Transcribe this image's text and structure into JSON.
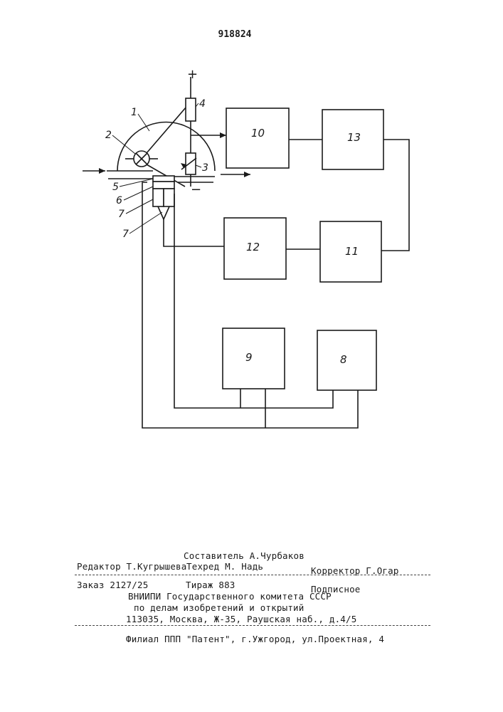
{
  "patent_number": "918824",
  "diagram": {
    "polarity": {
      "plus": "+",
      "minus": "−"
    },
    "component_labels": [
      "1",
      "2",
      "3",
      "4",
      "5",
      "6",
      "7",
      "7"
    ],
    "blocks": {
      "b8": "8",
      "b9": "9",
      "b10": "10",
      "b11": "11",
      "b12": "12",
      "b13": "13"
    }
  },
  "footer": {
    "composer": "Составитель А.Чурбаков",
    "editor": "Редактор Т.Кугрышева",
    "techred": "Техред М. Надь",
    "corrector": "Корректор Г.Огар",
    "order": "Заказ 2127/25",
    "circulation": "Тираж 883",
    "subscription": "Подписное",
    "org_line1": "ВНИИПИ Государственного комитета СССР",
    "org_line2": "по делам изобретений и открытий",
    "org_line3": "113035, Москва, Ж-35, Раушская наб., д.4/5",
    "branch": "Филиал ППП \"Патент\", г.Ужгород, ул.Проектная, 4"
  }
}
